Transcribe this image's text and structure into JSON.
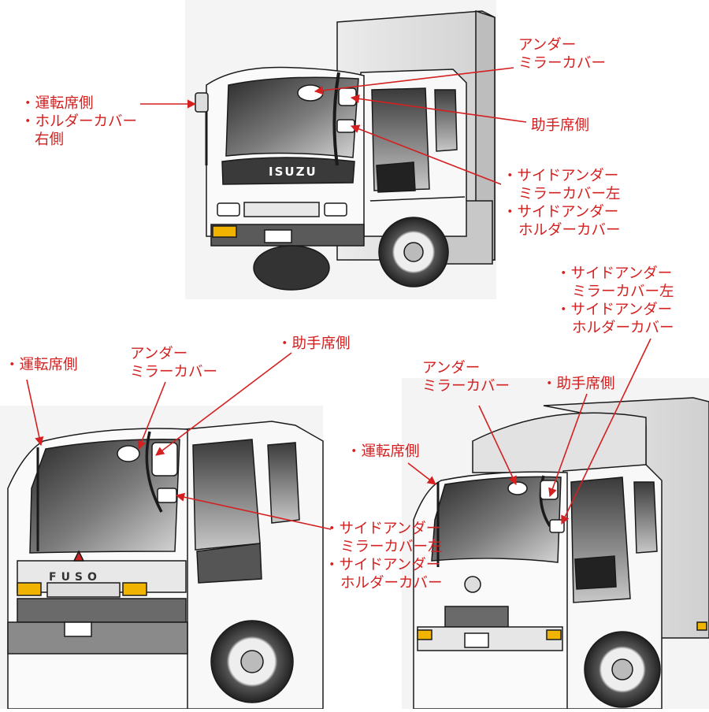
{
  "colors": {
    "annotation": "#d42020",
    "outline": "#1a1a1a",
    "amber": "#f0b400",
    "panel_gray": "#7a7a7a"
  },
  "panels": [
    {
      "brand": "ISUZU",
      "labels": {
        "driver_side": "・運転席側",
        "holder_cover_right": "・ホルダーカバー",
        "holder_cover_right_suffix": "右側",
        "under_mirror_cover_1": "アンダー",
        "under_mirror_cover_2": "ミラーカバー",
        "passenger_side": "助手席側",
        "side_under_mirror_cover_left_1": "・サイドアンダー",
        "side_under_mirror_cover_left_2": "ミラーカバー左",
        "side_under_holder_cover_1": "・サイドアンダー",
        "side_under_holder_cover_2": "ホルダーカバー"
      }
    },
    {
      "brand": "FUSO",
      "labels": {
        "driver_side": "・運転席側",
        "under_mirror_cover_1": "アンダー",
        "under_mirror_cover_2": "ミラーカバー",
        "passenger_side": "・助手席側",
        "side_under_mirror_cover_left_1": "・サイドアンダー",
        "side_under_mirror_cover_left_2": "ミラーカバー左",
        "side_under_holder_cover_1": "・サイドアンダー",
        "side_under_holder_cover_2": "ホルダーカバー"
      }
    },
    {
      "brand": "",
      "labels": {
        "side_under_mirror_cover_left_1": "・サイドアンダー",
        "side_under_mirror_cover_left_2": "ミラーカバー左",
        "side_under_holder_cover_1": "・サイドアンダー",
        "side_under_holder_cover_2": "ホルダーカバー",
        "under_mirror_cover_1": "アンダー",
        "under_mirror_cover_2": "ミラーカバー",
        "passenger_side": "・助手席側",
        "driver_side": "・運転席側"
      }
    }
  ]
}
